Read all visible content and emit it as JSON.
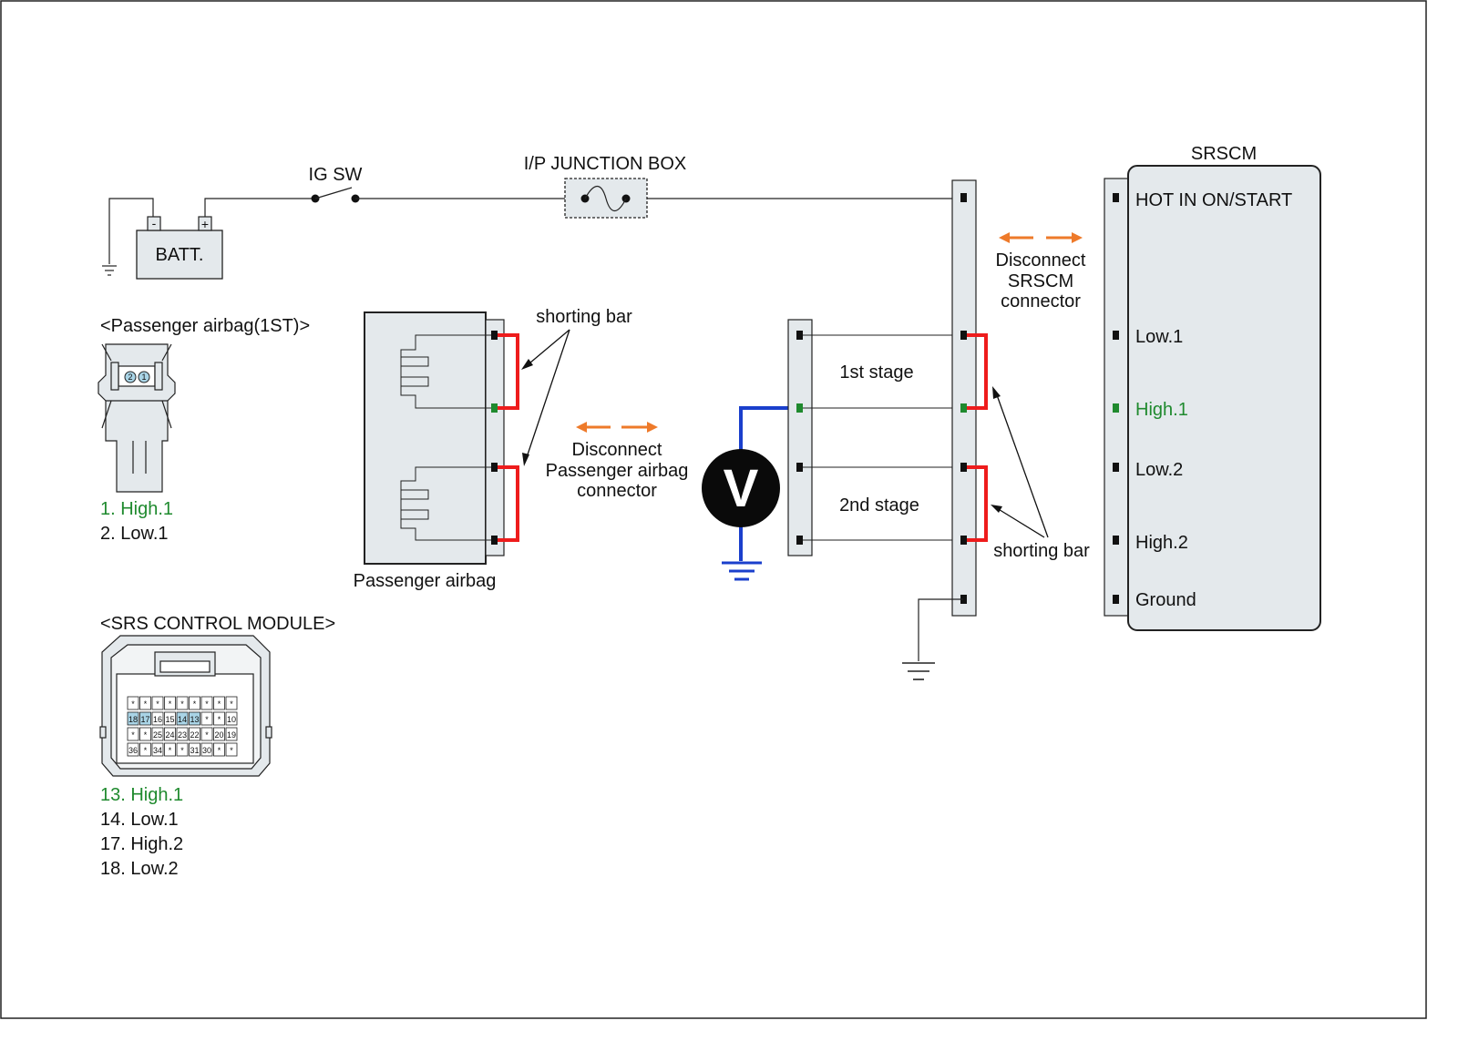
{
  "colors": {
    "panel": "#e4e9ec",
    "stroke": "#222222",
    "short_bar": "#ee1c1c",
    "meter_wire": "#1a3fcc",
    "arrow_orange": "#ee7a2a",
    "highlight_text": "#1f8a2e",
    "pin_highlight": "#a9d4e6"
  },
  "power": {
    "ig_sw": "IG SW",
    "junction_box": "I/P JUNCTION BOX",
    "battery": "BATT.",
    "batt_minus": "-",
    "batt_plus": "+"
  },
  "passenger_connector": {
    "title": "<Passenger airbag(1ST)>",
    "pin_labels": [
      "2",
      "1"
    ],
    "legend": [
      "1. High.1",
      "2. Low.1"
    ]
  },
  "airbag": {
    "label": "Passenger airbag",
    "shorting_bar": "shorting bar",
    "disconnect_lines": [
      "Disconnect",
      "Passenger airbag",
      "connector"
    ]
  },
  "meter": {
    "symbol": "V"
  },
  "stages": [
    "1st stage",
    "2nd stage"
  ],
  "srscm": {
    "title": "SRSCM",
    "disconnect_lines": [
      "Disconnect",
      "SRSCM",
      "connector"
    ],
    "shorting_bar": "shorting bar",
    "pins": [
      "HOT IN ON/START",
      "Low.1",
      "High.1",
      "Low.2",
      "High.2",
      "Ground"
    ]
  },
  "control_module": {
    "title": "<SRS CONTROL MODULE>",
    "pin_rows": [
      [
        "*",
        "*",
        "*",
        "*",
        "*",
        "*",
        "*",
        "*",
        "*"
      ],
      [
        "18",
        "17",
        "16",
        "15",
        "14",
        "13",
        "*",
        "*",
        "10"
      ],
      [
        "*",
        "*",
        "25",
        "24",
        "23",
        "22",
        "*",
        "20",
        "19"
      ],
      [
        "36",
        "*",
        "34",
        "*",
        "*",
        "31",
        "30",
        "*",
        "*"
      ]
    ],
    "highlighted_pins": [
      "18",
      "17",
      "14",
      "13"
    ],
    "legend": [
      "13. High.1",
      "14. Low.1",
      "17. High.2",
      "18. Low.2"
    ]
  }
}
